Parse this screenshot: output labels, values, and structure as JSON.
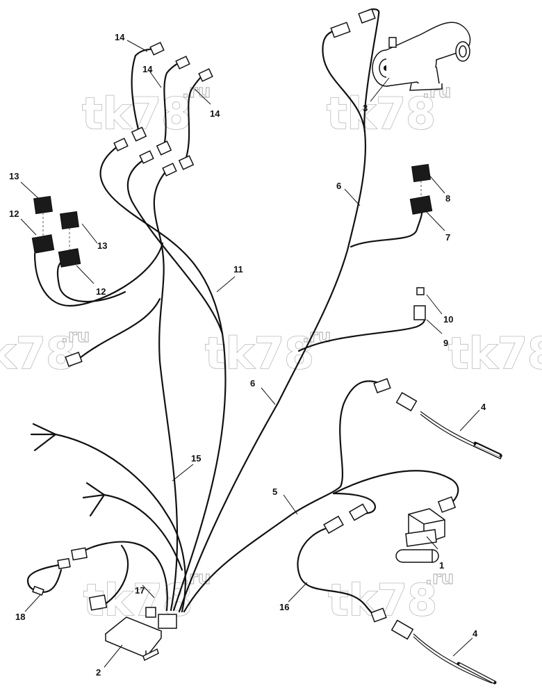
{
  "watermark": {
    "main": "tk78",
    "suffix": ".ru"
  },
  "callouts": {
    "c1": "1",
    "c2": "2",
    "c3": "3",
    "c4a": "4",
    "c4b": "4",
    "c5": "5",
    "c6a": "6",
    "c6b": "6",
    "c7": "7",
    "c8": "8",
    "c9": "9",
    "c10": "10",
    "c11": "11",
    "c12a": "12",
    "c12b": "12",
    "c13a": "13",
    "c13b": "13",
    "c14a": "14",
    "c14b": "14",
    "c14c": "14",
    "c15": "15",
    "c16": "16",
    "c17": "17",
    "c18": "18"
  },
  "parts": {
    "1": "valve-unit",
    "2": "control-unit",
    "3": "pump",
    "4": "temperature-sensor",
    "5": "wire-harness",
    "6": "wire-harness",
    "7": "relay-socket",
    "8": "relay",
    "9": "fuse-holder",
    "10": "fuse",
    "11": "wire-harness",
    "12": "relay-socket",
    "13": "relay",
    "14": "connector",
    "15": "wire-harness",
    "16": "wire-harness",
    "17": "connector",
    "18": "connector"
  }
}
